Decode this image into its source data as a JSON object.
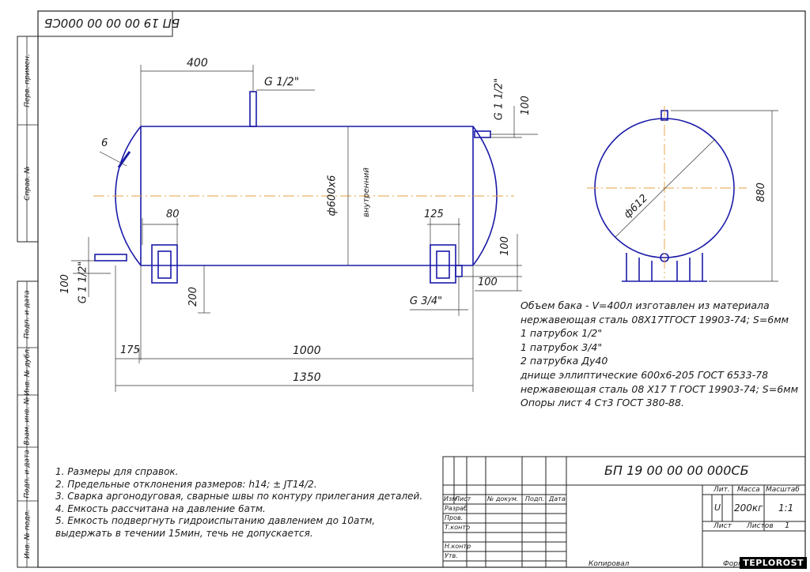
{
  "stamp": {
    "code": "БП 19 00 00 00 000СБ"
  },
  "side_labels": [
    "Перв. примен.",
    "Справ. №",
    "Подп. и дата",
    "Инв. № дубл.",
    "Взам. инв. №",
    "Подп. и дата",
    "Инв. № подл."
  ],
  "dimensions": {
    "d400": "400",
    "g12_top": "G 1/2\"",
    "d6": "6",
    "dia600": "ф600х6",
    "inner": "внутренний",
    "d80": "80",
    "d125": "125",
    "d100_left": "100",
    "g112_left": "G 1 1/2\"",
    "d200": "200",
    "g34": "G 3/4\"",
    "d100_right_top": "100",
    "g112_right": "G 1 1/2\"",
    "d100_right_mid": "100",
    "d100_right_low": "100",
    "d175": "175",
    "d1000": "1000",
    "d1350": "1350",
    "dia612": "ф612",
    "d880": "880"
  },
  "spec_notes": [
    "Объем бака - V=400л  изготавлен из материала",
    "нержавеющая сталь 08Х17ТГОСТ 19903-74; S=6мм",
    "1 патрубок 1/2\"",
    "1 патрубок 3/4\"",
    "2 патрубка Ду40",
    "днище эллиптические 600х6-205 ГОСТ 6533-78",
    "нержавеющая сталь 08 Х17 Т ГОСТ 19903-74; S=6мм",
    "Опоры лист 4 Ст3 ГОСТ 380-88."
  ],
  "tech_notes": [
    "1. Размеры для справок.",
    "2. Предельные отклонения размеров: h14; ± JT14/2.",
    "3. Сварка аргонодуговая, сварные швы по контуру прилегания деталей.",
    "4. Емкость рассчитана на давление 6атм.",
    "5. Емкость подвергнуть гидроиспытанию давлением до 10атм,",
    "выдержать в течении 15мин, течь не допускается."
  ],
  "title_block": {
    "designation": "БП 19 00 00 00 000СБ",
    "col_izm": "Изм",
    "col_list": "Лист",
    "col_doc": "№ докум.",
    "col_podp": "Подп.",
    "col_data": "Дата",
    "razrab": "Разраб",
    "prov": "Пров.",
    "tkontr": "Т.контр",
    "nkontr": "Н.контр",
    "utv": "Утв.",
    "lit": "Лит.",
    "massa": "Масса",
    "masshtab": "Масштаб",
    "lit_value": "U",
    "mass_value": "200кг",
    "scale_value": "1:1",
    "sheet_label": "Лист",
    "sheets_label": "Листов",
    "sheets_value": "1",
    "kopiroval": "Копировал",
    "format": "Формат"
  },
  "watermark": "TEPLOROST"
}
